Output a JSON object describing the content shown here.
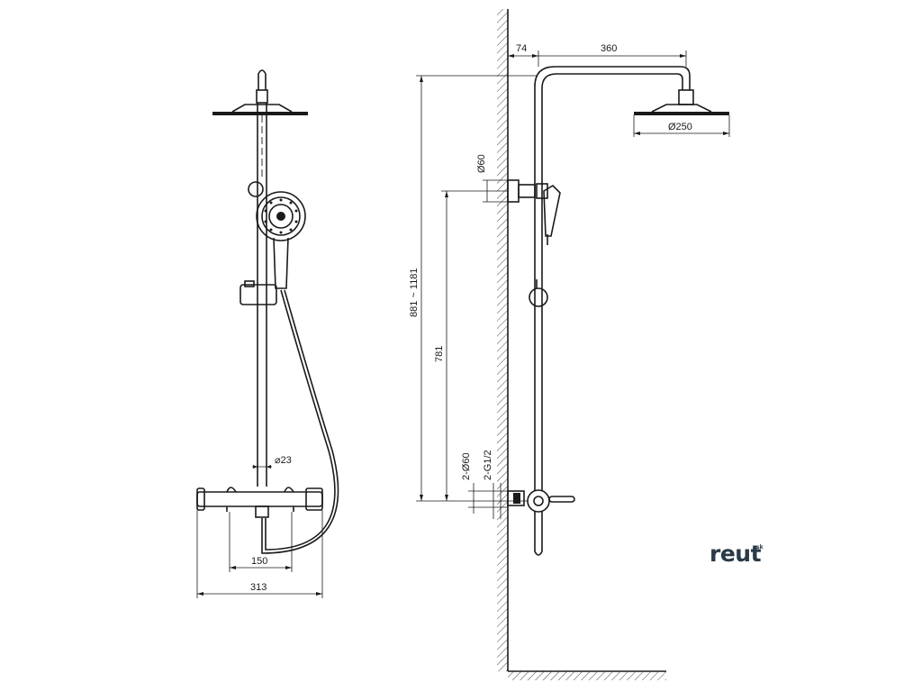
{
  "dimensions": {
    "width_total": "313",
    "mixer_spacing": "150",
    "pipe_diameter": "⌀23",
    "height_range": "881 ~ 1181",
    "wall_bracket_height": "781",
    "wall_offset": "74",
    "arm_length": "360",
    "head_diameter": "Ø250",
    "bracket_diameter": "Ø60",
    "inlet_flanges": "2-Ø60",
    "inlet_thread": "2-G1/2"
  },
  "brand": {
    "name": "reut",
    "suffix": "sk"
  },
  "colors": {
    "line": "#1a1a1a",
    "brand": "#2a3a46"
  }
}
